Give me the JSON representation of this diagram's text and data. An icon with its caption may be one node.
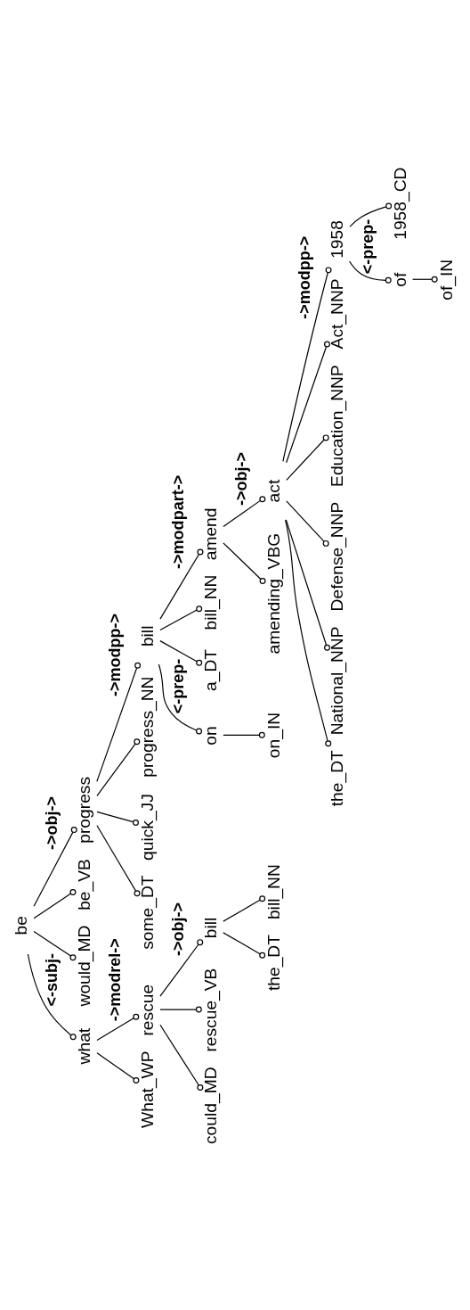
{
  "diagram": {
    "nodes": [
      {
        "text": [
          "be"
        ]
      },
      {
        "text": [
          "what"
        ]
      },
      {
        "text": [
          "What_WP"
        ]
      },
      {
        "text": [
          "rescue"
        ]
      },
      {
        "text": [
          "could_MD"
        ]
      },
      {
        "text": [
          "rescue_VB"
        ]
      },
      {
        "text": [
          "bill"
        ]
      },
      {
        "text": [
          "the_DT"
        ]
      },
      {
        "text": [
          "bill_NN"
        ]
      },
      {
        "text": [
          "would_MD"
        ]
      },
      {
        "text": [
          "be_VB"
        ]
      },
      {
        "text": [
          "progress"
        ]
      },
      {
        "text": [
          "some_DT"
        ]
      },
      {
        "text": [
          "quick_JJ"
        ]
      },
      {
        "text": [
          "progress_NN"
        ]
      },
      {
        "text": [
          "bill"
        ]
      },
      {
        "text": [
          "on"
        ]
      },
      {
        "text": [
          "on_IN"
        ]
      },
      {
        "text": [
          "a_DT"
        ]
      },
      {
        "text": [
          "bill_NN"
        ]
      },
      {
        "text": [
          "amend"
        ]
      },
      {
        "text": [
          "amending_VBG"
        ]
      },
      {
        "text": [
          "act"
        ]
      },
      {
        "text": [
          "the_DT"
        ]
      },
      {
        "text": [
          "National_NNP"
        ]
      },
      {
        "text": [
          "Defense_NNP"
        ]
      },
      {
        "text": [
          "Education_NNP"
        ]
      },
      {
        "text": [
          "Act_NNP"
        ]
      },
      {
        "text": [
          "1958"
        ]
      },
      {
        "text": [
          "of"
        ]
      },
      {
        "text": [
          "of_IN"
        ]
      },
      {
        "text": [
          "1958_CD"
        ]
      }
    ],
    "edges": [
      {
        "from": 0,
        "to": 1,
        "arrow": "other",
        "label": "<-subj-"
      },
      {
        "from": 1,
        "to": 2,
        "arrow": "other"
      },
      {
        "from": 1,
        "to": 3,
        "arrow": "other",
        "label": "->modrel->"
      },
      {
        "from": 3,
        "to": 4,
        "arrow": "other"
      },
      {
        "from": 3,
        "to": 5,
        "arrow": "other"
      },
      {
        "from": 3,
        "to": 6,
        "arrow": "other",
        "label": "->obj->"
      },
      {
        "from": 6,
        "to": 7,
        "arrow": "other"
      },
      {
        "from": 6,
        "to": 8,
        "arrow": "other"
      },
      {
        "from": 0,
        "to": 9,
        "arrow": "other"
      },
      {
        "from": 0,
        "to": 10,
        "arrow": "other"
      },
      {
        "from": 0,
        "to": 11,
        "arrow": "other",
        "label": "->obj->"
      },
      {
        "from": 11,
        "to": 12,
        "arrow": "other"
      },
      {
        "from": 11,
        "to": 13,
        "arrow": "other"
      },
      {
        "from": 11,
        "to": 14,
        "arrow": "other"
      },
      {
        "from": 11,
        "to": 15,
        "arrow": "other",
        "label": "->modpp->"
      },
      {
        "from": 15,
        "to": 16,
        "arrow": "other",
        "label": "<-prep-"
      },
      {
        "from": 16,
        "to": 17,
        "arrow": "other"
      },
      {
        "from": 15,
        "to": 18,
        "arrow": "other"
      },
      {
        "from": 15,
        "to": 19,
        "arrow": "other"
      },
      {
        "from": 15,
        "to": 20,
        "arrow": "other",
        "label": "->modpart->"
      },
      {
        "from": 20,
        "to": 21,
        "arrow": "other"
      },
      {
        "from": 20,
        "to": 22,
        "arrow": "other",
        "label": "->obj->"
      },
      {
        "from": 22,
        "to": 23,
        "arrow": "other"
      },
      {
        "from": 22,
        "to": 24,
        "arrow": "other"
      },
      {
        "from": 22,
        "to": 25,
        "arrow": "other"
      },
      {
        "from": 22,
        "to": 26,
        "arrow": "other"
      },
      {
        "from": 22,
        "to": 27,
        "arrow": "other"
      },
      {
        "from": 22,
        "to": 28,
        "arrow": "other",
        "label": "->modpp->"
      },
      {
        "from": 28,
        "to": 29,
        "arrow": "other",
        "label": "<-prep-"
      },
      {
        "from": 29,
        "to": 30,
        "arrow": "other"
      },
      {
        "from": 28,
        "to": 31,
        "arrow": "other"
      }
    ]
  }
}
